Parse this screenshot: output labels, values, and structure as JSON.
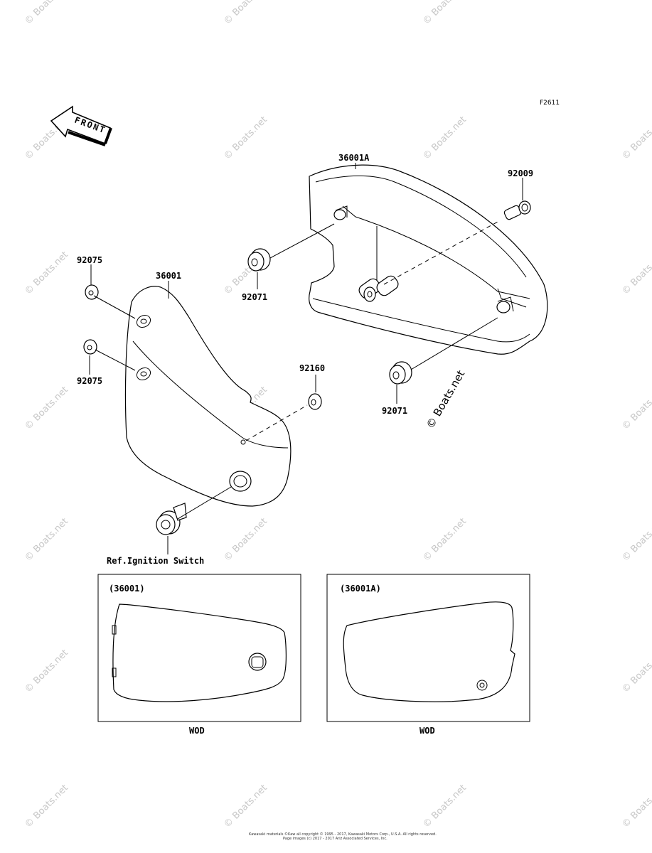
{
  "figure_code": "F2611",
  "front_label": "FRONT",
  "watermark": "© Boats.net",
  "callouts": {
    "p36001A": "36001A",
    "p92009": "92009",
    "p92071_upper": "92071",
    "p92071_lower": "92071",
    "p92075_upper": "92075",
    "p92075_lower": "92075",
    "p36001": "36001",
    "p92160": "92160",
    "ref_ignition": "Ref.Ignition Switch"
  },
  "insets": {
    "left": {
      "title": "(36001)",
      "caption": "WOD"
    },
    "right": {
      "title": "(36001A)",
      "caption": "WOD"
    }
  },
  "footer": {
    "line1": "Kawasaki materials ©Kaw all copyright © 1995 - 2017, Kawasaki Motors Corp., U.S.A. All rights reserved.",
    "line2": "Page images (c) 2017 - 2017 Ariz Associated Services, Inc."
  }
}
